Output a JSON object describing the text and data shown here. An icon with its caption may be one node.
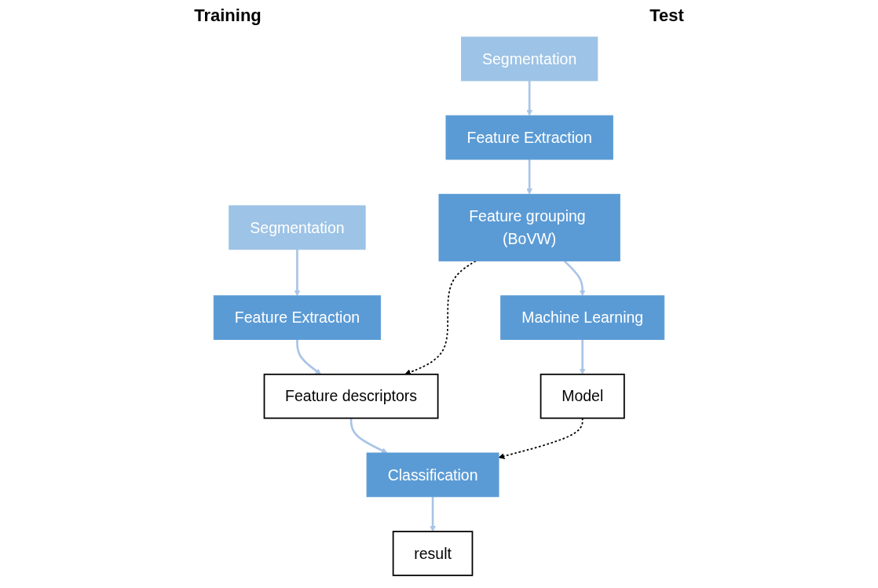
{
  "diagram": {
    "nodes": [
      {
        "text": [
          "Segmentation"
        ]
      },
      {
        "text": [
          "Feature Extraction"
        ]
      },
      {
        "text": [
          "Feature grouping (BoVW)"
        ]
      },
      {
        "text": [
          "Machine Learning"
        ]
      },
      {
        "text": [
          "Model"
        ]
      },
      {
        "text": [
          "Segmentation"
        ]
      },
      {
        "text": [
          "Feature Extraction"
        ]
      },
      {
        "text": [
          "Feature descriptors"
        ]
      },
      {
        "text": [
          "Classification"
        ]
      },
      {
        "text": [
          "result"
        ]
      }
    ],
    "edges": [
      {
        "from": 0,
        "to": 1,
        "arrow": "to"
      },
      {
        "from": 1,
        "to": 2,
        "arrow": "to"
      },
      {
        "from": 2,
        "to": 3,
        "arrow": "to"
      },
      {
        "from": 3,
        "to": 4,
        "arrow": "to"
      },
      {
        "from": 5,
        "to": 6,
        "arrow": "to"
      },
      {
        "from": 6,
        "to": 7,
        "arrow": "to"
      },
      {
        "from": 7,
        "to": 8,
        "arrow": "to"
      },
      {
        "from": 8,
        "to": 9,
        "arrow": "to"
      },
      {
        "from": 2,
        "to": 7,
        "arrow": "to",
        "style": "dashed",
        "color": "#000000"
      },
      {
        "from": 4,
        "to": 8,
        "arrow": "to",
        "style": "dashed",
        "color": "#000000"
      }
    ],
    "labels": [
      "Training",
      "Test"
    ]
  }
}
